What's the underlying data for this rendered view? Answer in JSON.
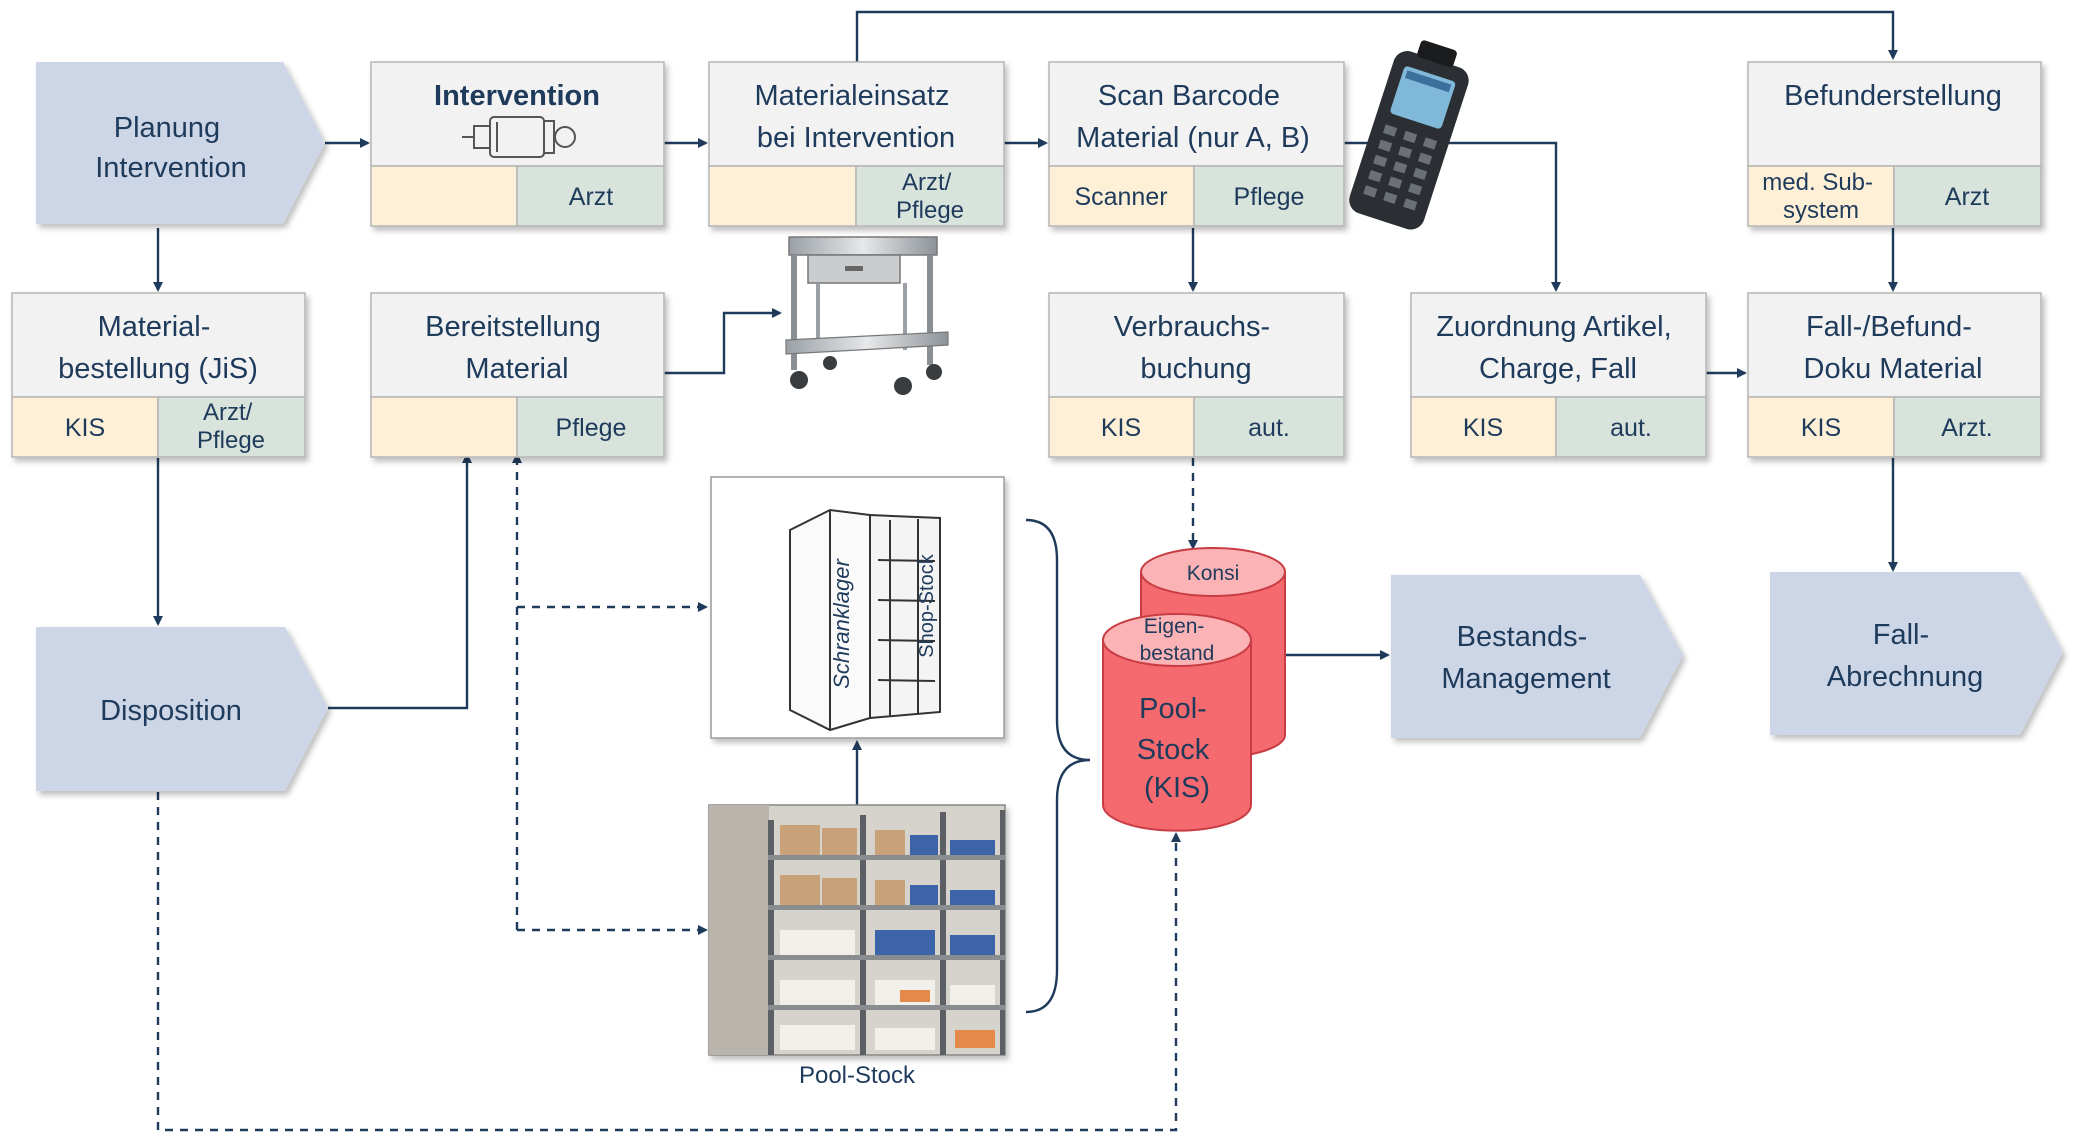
{
  "colors": {
    "text": "#1f3b5c",
    "chevron": "#cdd6e6",
    "box_header": "#f2f2f2",
    "cell_system": "#fdf0d6",
    "cell_role": "#d8e3db",
    "cylinder": "#f46a6f"
  },
  "chevrons": {
    "planung": [
      "Planung",
      "Intervention"
    ],
    "disposition": [
      "Disposition"
    ],
    "bestand": [
      "Bestands-",
      "Management"
    ],
    "abrechnung": [
      "Fall-",
      "Abrechnung"
    ]
  },
  "boxes": {
    "intervention": {
      "title": [
        "Intervention"
      ],
      "system": "",
      "role": [
        "Arzt"
      ]
    },
    "materialeinsatz": {
      "title": [
        "Materialeinsatz",
        "bei Intervention"
      ],
      "system": "",
      "role": [
        "Arzt/",
        "Pflege"
      ]
    },
    "scan": {
      "title": [
        "Scan Barcode",
        "Material (nur A, B)"
      ],
      "system": [
        "Scanner"
      ],
      "role": [
        "Pflege"
      ]
    },
    "befund": {
      "title": [
        "Befunderstellung"
      ],
      "system": [
        "med. Sub-",
        "system"
      ],
      "role": [
        "Arzt"
      ]
    },
    "materialbestellung": {
      "title": [
        "Material-",
        "bestellung (JiS)"
      ],
      "system": [
        "KIS"
      ],
      "role": [
        "Arzt/",
        "Pflege"
      ]
    },
    "bereitstellung": {
      "title": [
        "Bereitstellung",
        "Material"
      ],
      "system": "",
      "role": [
        "Pflege"
      ]
    },
    "verbrauch": {
      "title": [
        "Verbrauchs-",
        "buchung"
      ],
      "system": [
        "KIS"
      ],
      "role": [
        "aut."
      ]
    },
    "zuordnung": {
      "title": [
        "Zuordnung Artikel,",
        "Charge, Fall"
      ],
      "system": [
        "KIS"
      ],
      "role": [
        "aut."
      ]
    },
    "falldoku": {
      "title": [
        "Fall-/Befund-",
        "Doku Material"
      ],
      "system": [
        "KIS"
      ],
      "role": [
        "Arzt."
      ]
    }
  },
  "storage": {
    "konsi": "Konsi",
    "eigenbestand": [
      "Eigen-",
      "bestand"
    ],
    "pool": [
      "Pool-",
      "Stock",
      "(KIS)"
    ]
  },
  "images": {
    "cabinet_left": "Schranklager",
    "cabinet_right": "Shop-Stock",
    "pool_caption": "Pool-Stock",
    "icons": [
      "syringe-icon",
      "scanner-icon",
      "trolley-icon",
      "cabinet-icon",
      "shelves-icon"
    ]
  }
}
